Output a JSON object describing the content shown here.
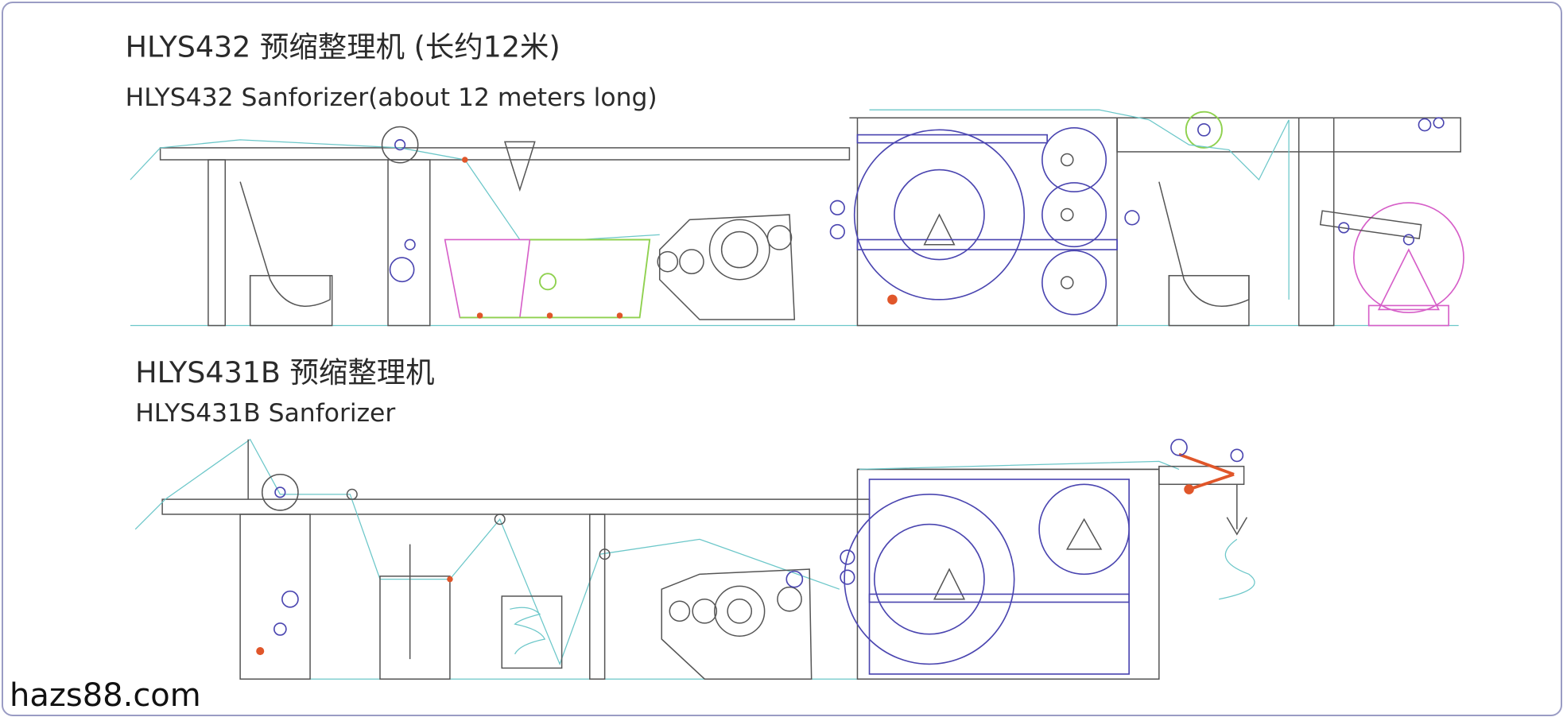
{
  "machine_top": {
    "title_cn": "HLYS432     预缩整理机  (长约12米)",
    "title_en": "HLYS432 Sanforizer(about 12 meters long)"
  },
  "machine_bottom": {
    "title_cn": "HLYS431B  预缩整理机",
    "title_en": "HLYS431B Sanforizer"
  },
  "watermark": "hazs88.com",
  "colors": {
    "frame": "#555555",
    "roller": "#4a45b0",
    "fabric": "#6cc7c9",
    "accent": "#e0562a",
    "pink": "#d65ec8",
    "green": "#8fd14f"
  }
}
